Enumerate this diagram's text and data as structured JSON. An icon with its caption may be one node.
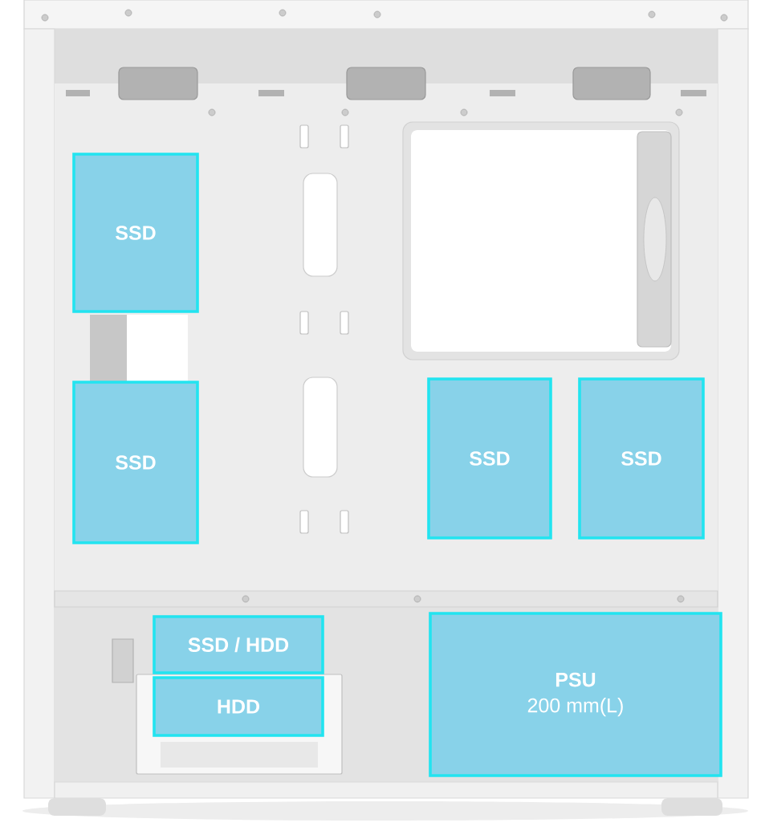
{
  "diagram": {
    "nodes": [
      {
        "text": [
          "SSD"
        ]
      },
      {
        "text": [
          "SSD"
        ]
      },
      {
        "text": [
          "SSD"
        ]
      },
      {
        "text": [
          "SSD"
        ]
      },
      {
        "text": [
          "SSD / HDD"
        ]
      },
      {
        "text": [
          "HDD"
        ]
      },
      {
        "text": [
          "PSU",
          "200 mm(L)"
        ]
      }
    ]
  }
}
